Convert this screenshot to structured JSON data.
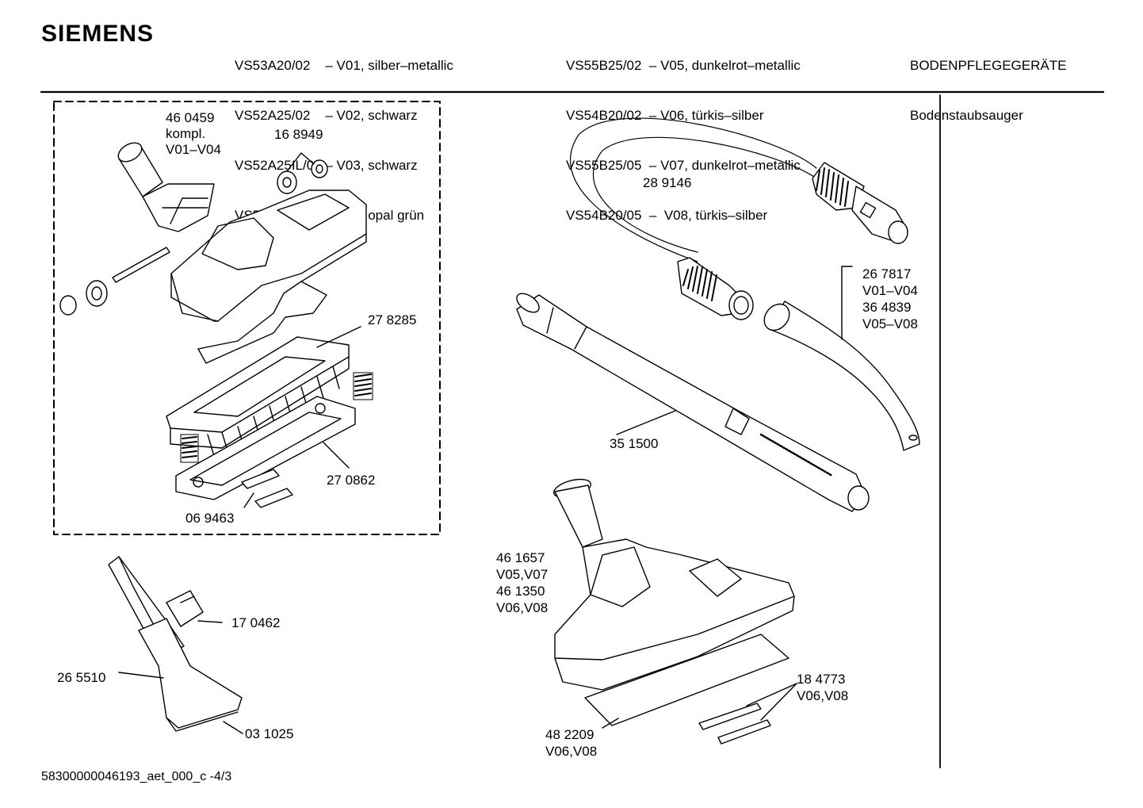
{
  "header": {
    "brand": "SIEMENS",
    "models_left": [
      "VS53A20/02    – V01, silber–metallic",
      "VS52A25/02    – V02, schwarz",
      "VS52A25IL/02 – V03, schwarz",
      "VS52A26/02    – V04, opal grün"
    ],
    "models_right": [
      "VS55B25/02  – V05, dunkelrot–metallic",
      "VS54B20/02  – V06, türkis–silber",
      "VS55B25/05  – V07, dunkelrot–metallic",
      "VS54B20/05  –  V08, türkis–silber"
    ],
    "category": "BODENPFLEGEGERÄTE",
    "subcategory": "Bodenstaubsauger"
  },
  "parts": {
    "p460459": "46 0459\nkompl.\nV01–V04",
    "p168949": "16 8949",
    "p278285": "27 8285",
    "p270862": "27 0862",
    "p069463": "06 9463",
    "p289146": "28 9146",
    "p267817": "26 7817\nV01–V04\n36 4839\nV05–V08",
    "p351500": "35 1500",
    "p461657": "46 1657\nV05,V07\n46 1350\nV06,V08",
    "p170462": "17 0462",
    "p265510": "26 5510",
    "p031025": "03 1025",
    "p184773": "18 4773\nV06,V08",
    "p482209": "48 2209\nV06,V08"
  },
  "footer": {
    "doc_id": "58300000046193_aet_000_c -4/3"
  }
}
